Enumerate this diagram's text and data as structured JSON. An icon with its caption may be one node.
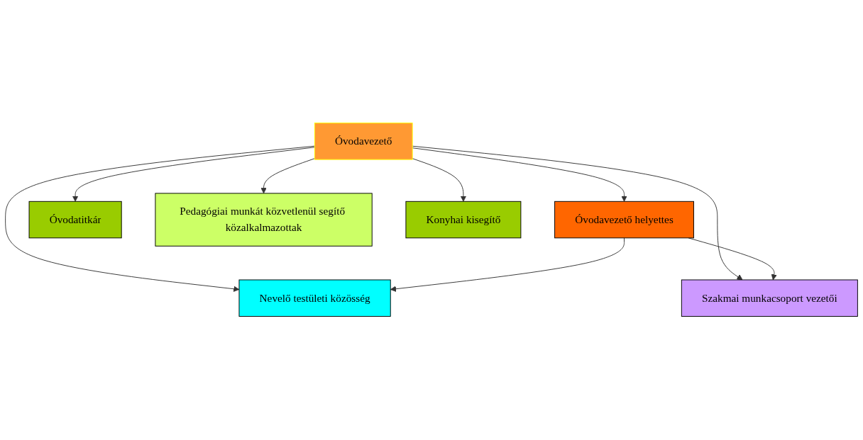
{
  "diagram": {
    "nodes": [
      {
        "text": [
          "Óvodavezető"
        ]
      },
      {
        "text": [
          "Óvodavezető helyettes"
        ]
      },
      {
        "text": [
          "Óvodatitkár"
        ]
      },
      {
        "text": [
          "Szakmai munkacsoport vezetői"
        ]
      },
      {
        "text": [
          "Nevelő testületi közösség"
        ]
      },
      {
        "text": [
          "Pedagógiai munkát közvetlenül segítő közalkalmazottak"
        ]
      },
      {
        "text": [
          "Konyhai kisegítő"
        ]
      }
    ],
    "edges": [
      {
        "from": 0,
        "to": 1,
        "arrow": "to"
      },
      {
        "from": 0,
        "to": 2,
        "arrow": "to"
      },
      {
        "from": 0,
        "to": 3,
        "arrow": "to"
      },
      {
        "from": 0,
        "to": 5,
        "arrow": "to"
      },
      {
        "from": 0,
        "to": 4,
        "arrow": "to"
      },
      {
        "from": 0,
        "to": 6,
        "arrow": "to"
      },
      {
        "from": 1,
        "to": 4,
        "arrow": "to"
      },
      {
        "from": 1,
        "to": 3,
        "arrow": "to"
      }
    ]
  }
}
